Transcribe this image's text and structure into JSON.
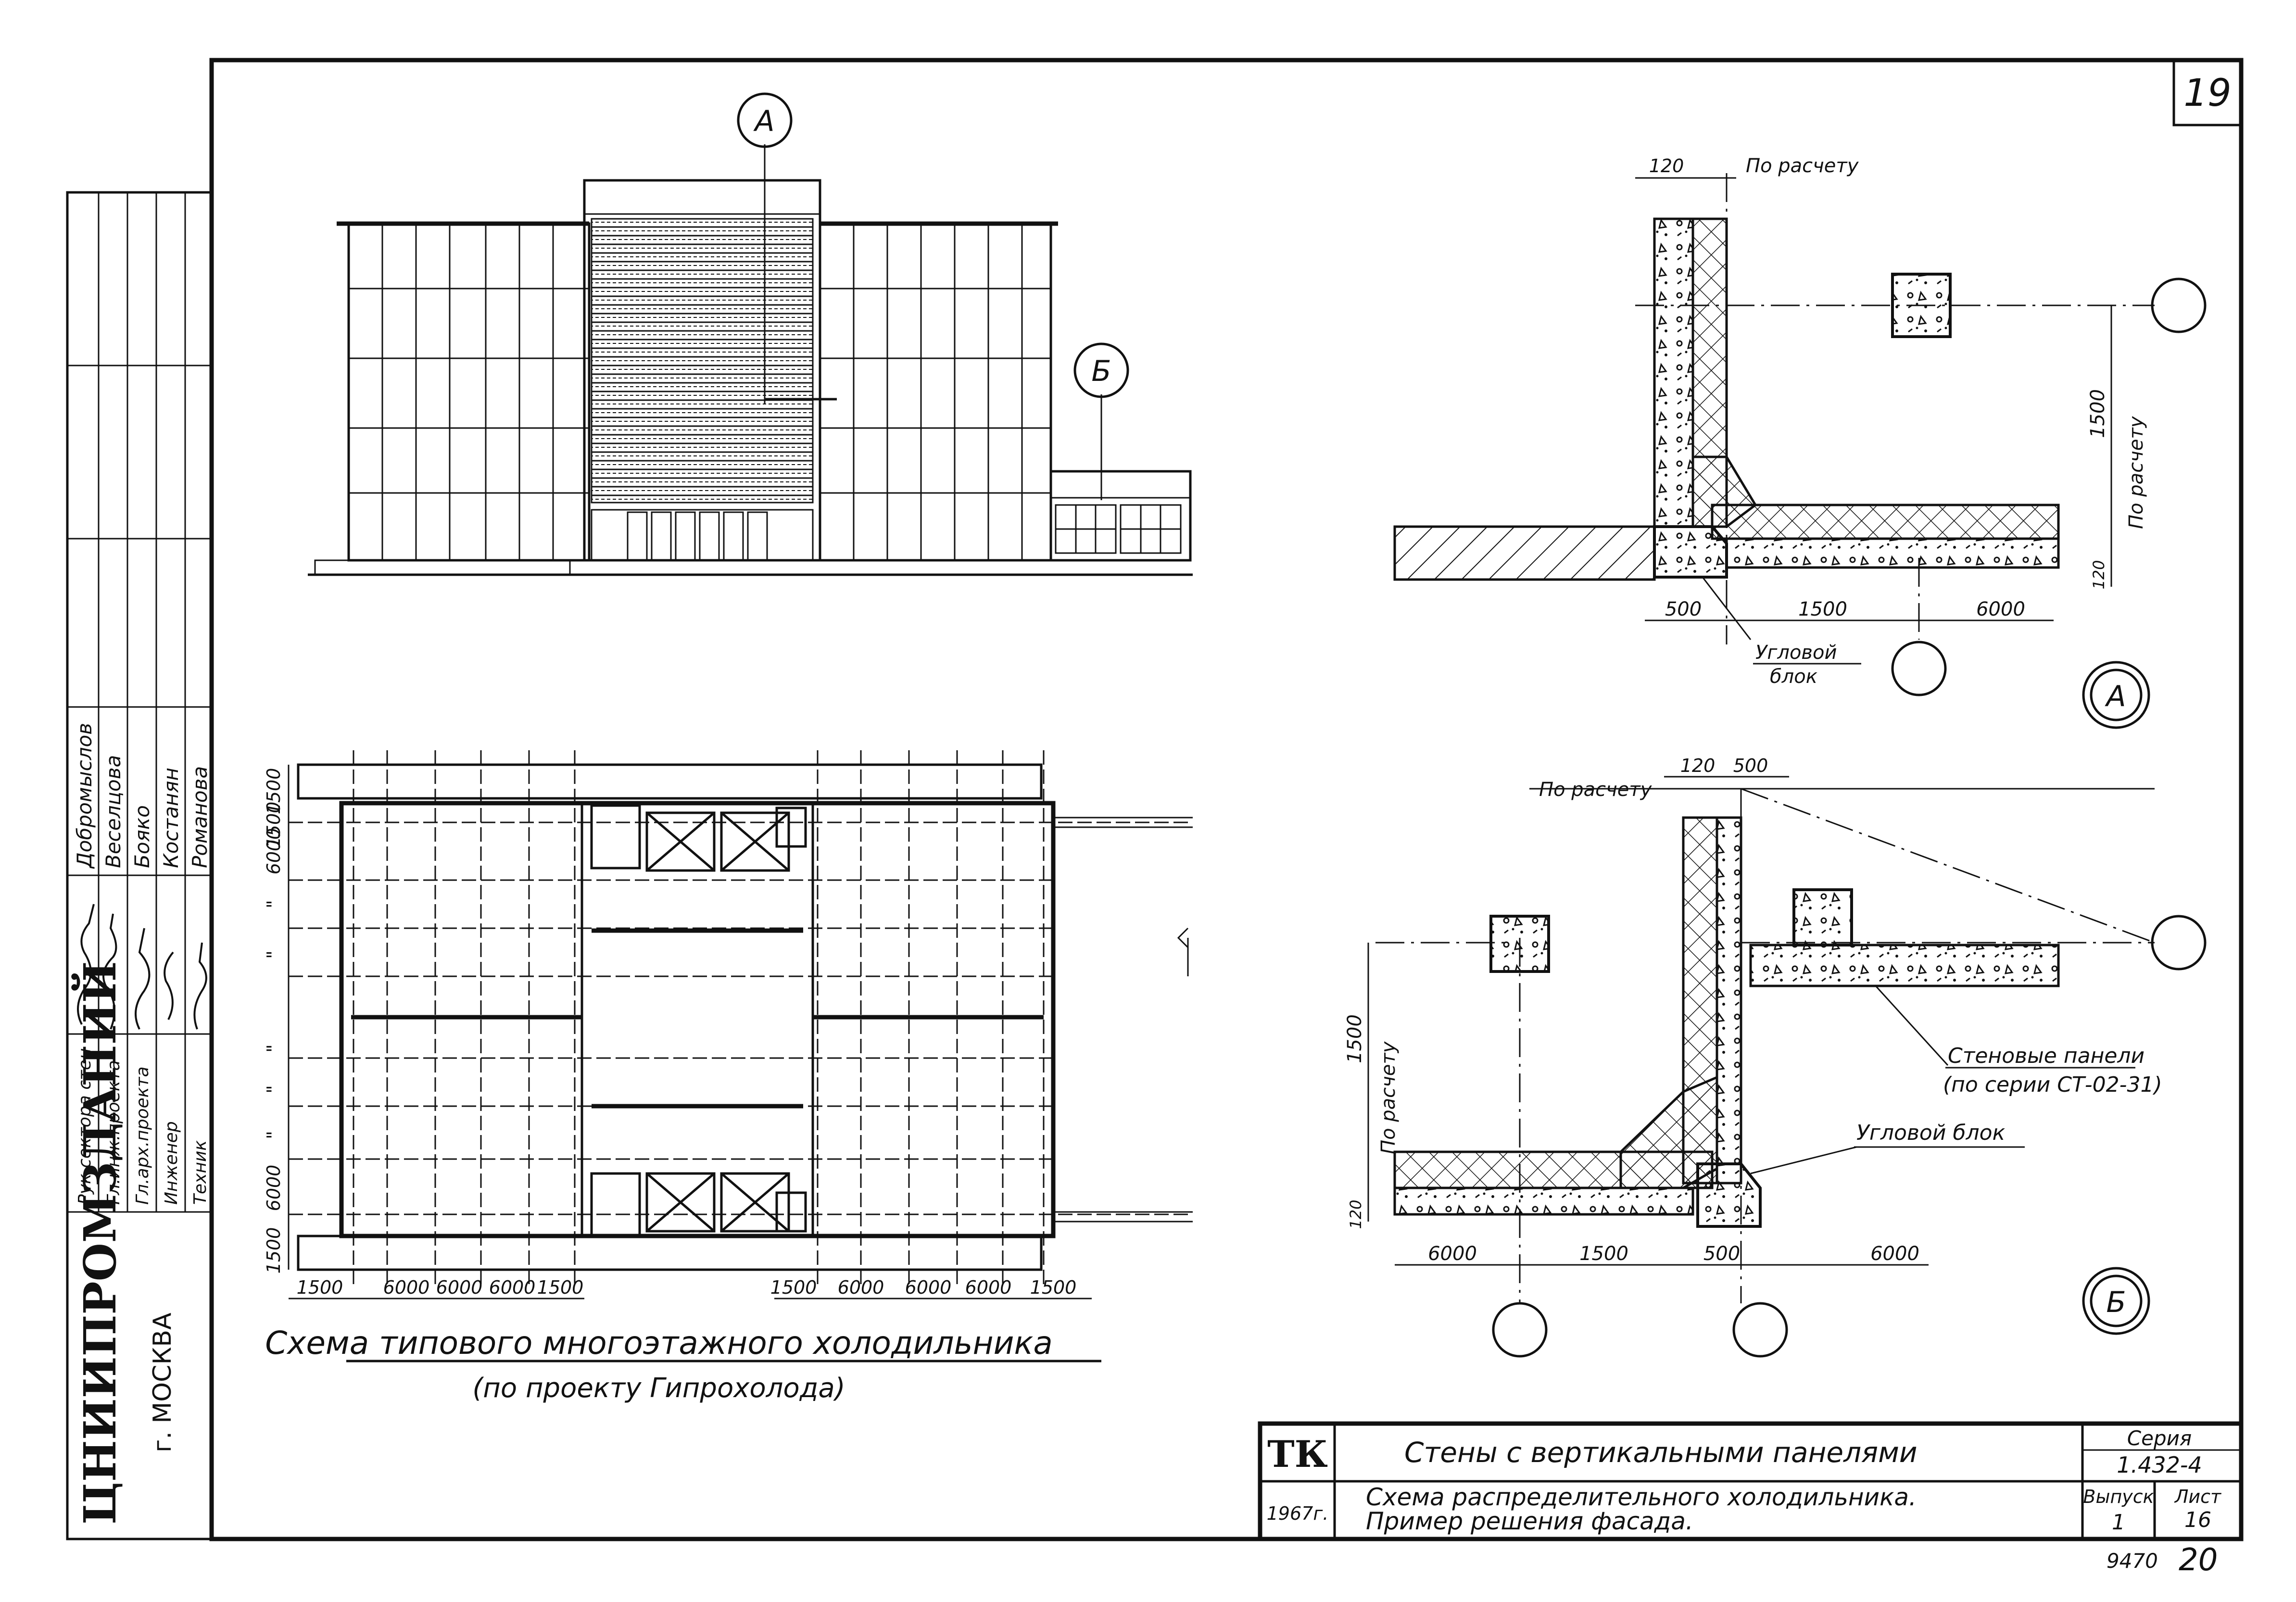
{
  "sheet": {
    "number": "19",
    "bottom_code": "9470",
    "bottom_page": "20"
  },
  "org": {
    "name": "ЦНИИПРОМЗДАНИЙ",
    "city": "г. МОСКВА"
  },
  "approvals": {
    "roles": [
      "Рук.сектора стен",
      "Гл.инж.проекта",
      "Гл.арх.проекта",
      "Инженер",
      "Техник"
    ],
    "names": [
      "Добромыслов",
      "Веселцова",
      "Бояко",
      "Костанян",
      "Романова"
    ]
  },
  "elevation": {
    "marker_a": "А",
    "marker_b": "Б"
  },
  "plan": {
    "left_vdims": [
      "1500",
      "6000",
      "1500",
      "\"",
      "\"",
      "\"",
      "\"",
      "\"",
      "6000",
      "1500"
    ],
    "bottom_dims_left": [
      "1500",
      "6000",
      "6000",
      "6000",
      "1500"
    ],
    "bottom_dims_right": [
      "1500",
      "6000",
      "6000",
      "6000",
      "1500"
    ],
    "caption": "Схема типового многоэтажного холодильника",
    "subcaption": "(по проекту Гипрохолода)"
  },
  "detail_a": {
    "label": "А",
    "note_calc": "По расчету",
    "dim_top": "120",
    "dim_side": "1500",
    "dim_side_small": "120",
    "side_note": "По расчету",
    "bottom_dims": [
      "500",
      "1500",
      "6000"
    ],
    "corner_label_1": "Угловой",
    "corner_label_2": "блок"
  },
  "detail_b": {
    "label": "Б",
    "note_calc": "По расчету",
    "dim_top_1": "120",
    "dim_top_2": "500",
    "dim_side": "1500",
    "dim_side_small": "120",
    "side_note": "По расчету",
    "panels_label": "Стеновые панели",
    "panels_series": "(по серии СТ-02-31)",
    "corner_label": "Угловой блок",
    "bottom_dims": [
      "6000",
      "1500",
      "500",
      "6000"
    ]
  },
  "title_block": {
    "tk": "ТК",
    "year": "1967г.",
    "title": "Стены с вертикальными панелями",
    "description_1": "Схема распределительного холодильника.",
    "description_2": "Пример решения фасада.",
    "series_label": "Серия",
    "series_value": "1.432-4",
    "issue_label": "Выпуск",
    "issue_value": "1",
    "sheet_label": "Лист",
    "sheet_value": "16"
  }
}
